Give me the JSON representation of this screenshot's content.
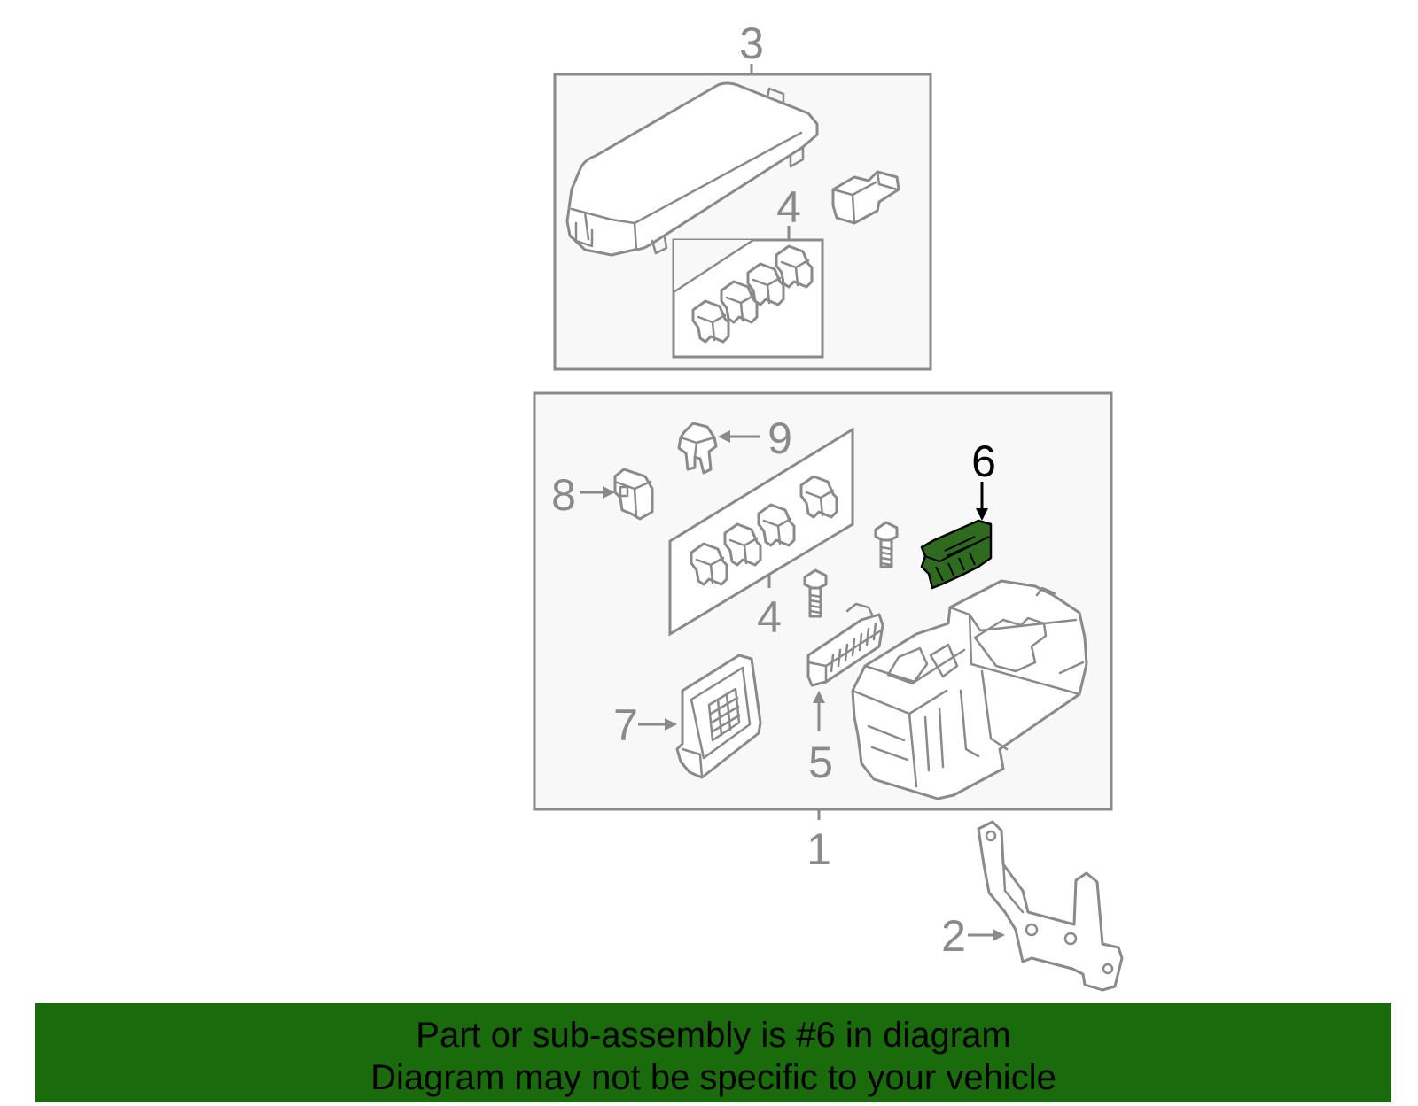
{
  "callouts": {
    "c1": "1",
    "c2": "2",
    "c3": "3",
    "c4_top": "4",
    "c4_bottom": "4",
    "c5": "5",
    "c6": "6",
    "c7": "7",
    "c8": "8",
    "c9": "9"
  },
  "highlighted_part": "6",
  "colors": {
    "highlight_fill": "#2f6b1e",
    "banner_background": "#1a6b0c",
    "line_gray": "#8a8a8a"
  },
  "banner": {
    "line1": "Part or sub-assembly is #6 in diagram",
    "line2": "Diagram may not be specific to your vehicle"
  }
}
